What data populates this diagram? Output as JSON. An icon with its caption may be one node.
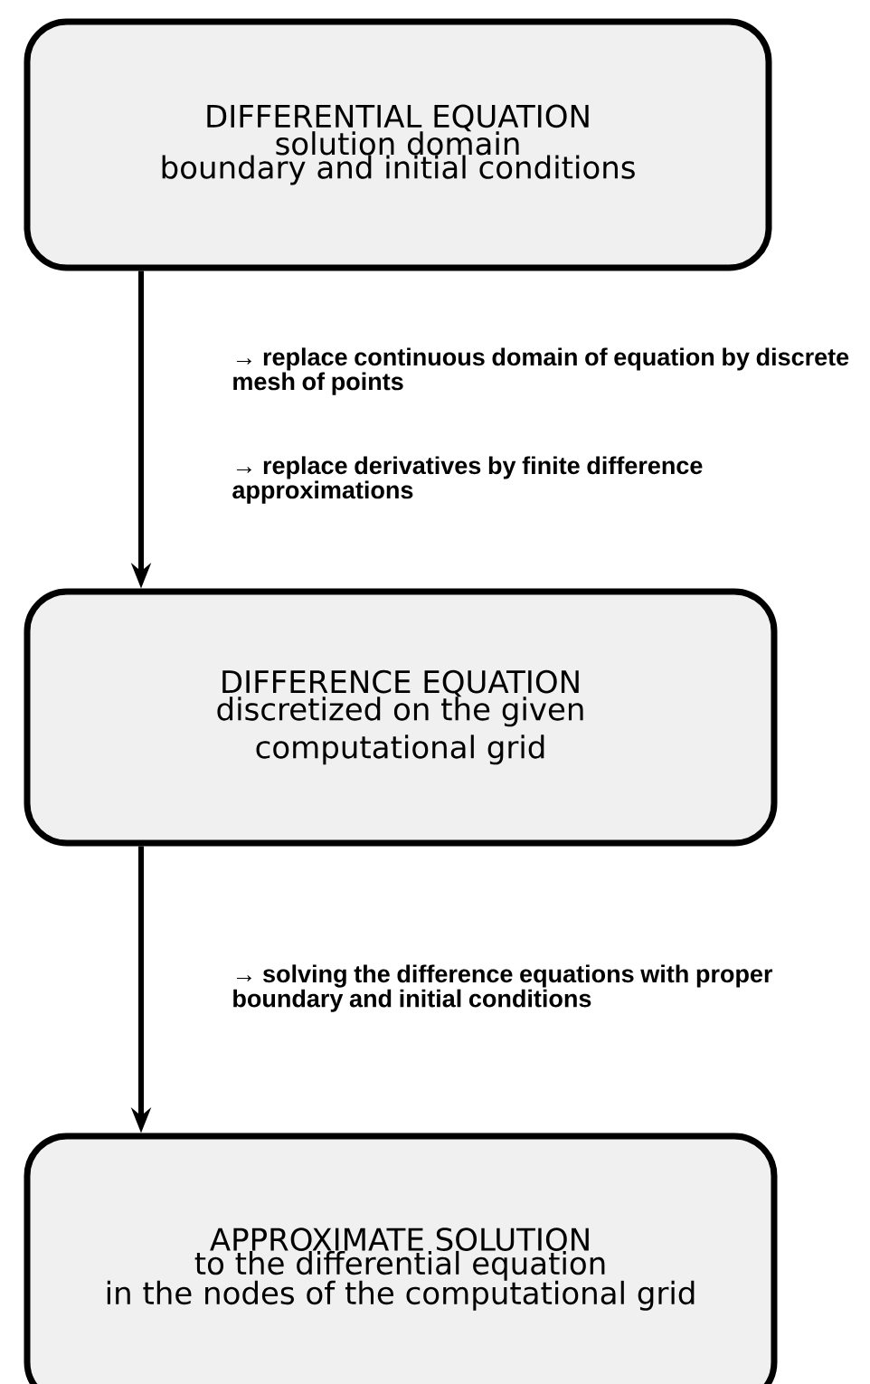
{
  "diagram": {
    "nodes": [
      {
        "text": [
          "DIFFERENTIAL EQUATION",
          "solution domain",
          "boundary and initial conditions"
        ]
      },
      {
        "text": [
          "DIFFERENCE EQUATION",
          "discretized on the given computational grid"
        ]
      },
      {
        "text": [
          "APPROXIMATE SOLUTION",
          "to the differential equation",
          "in the nodes of the computational grid"
        ]
      }
    ],
    "edges": [
      {
        "from": 0,
        "to": 1,
        "arrow": "to"
      },
      {
        "from": 1,
        "to": 2,
        "arrow": "to"
      }
    ],
    "labels": [
      "→ replace continuous domain of equation by discrete mesh of points",
      "→ replace derivatives by finite difference approximations",
      "→ solving the difference equations with proper boundary and initial conditions"
    ]
  }
}
